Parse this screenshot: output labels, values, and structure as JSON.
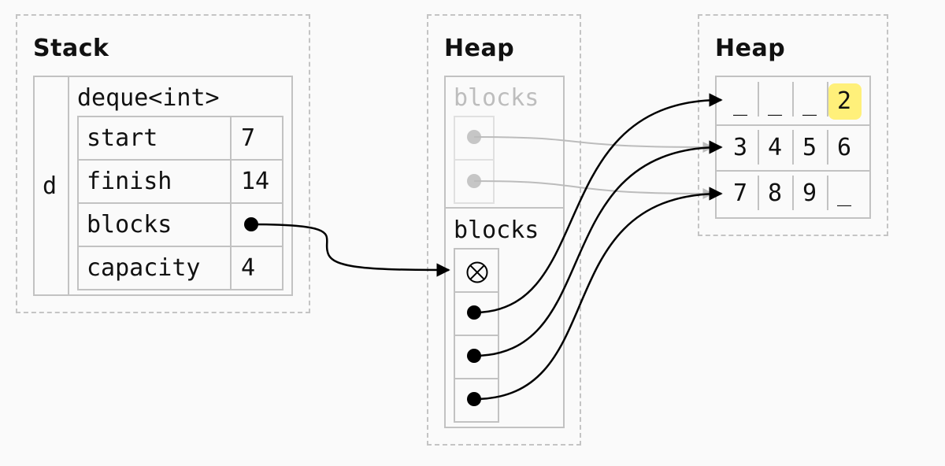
{
  "stack": {
    "title": "Stack",
    "var_name": "d",
    "type_label": "deque<int>",
    "fields": [
      {
        "name": "start",
        "value": "7"
      },
      {
        "name": "finish",
        "value": "14"
      },
      {
        "name": "blocks",
        "value": ""
      },
      {
        "name": "capacity",
        "value": "4"
      }
    ]
  },
  "heap_left": {
    "title": "Heap",
    "old_blocks_label": "blocks",
    "new_blocks_label": "blocks"
  },
  "heap_right": {
    "title": "Heap",
    "rows": [
      [
        "_",
        "_",
        "_",
        "2"
      ],
      [
        "3",
        "4",
        "5",
        "6"
      ],
      [
        "7",
        "8",
        "9",
        "_"
      ]
    ]
  },
  "colors": {
    "highlight": "#fff07a",
    "border": "#c2c2c2",
    "faded": "#bdbdbd"
  }
}
